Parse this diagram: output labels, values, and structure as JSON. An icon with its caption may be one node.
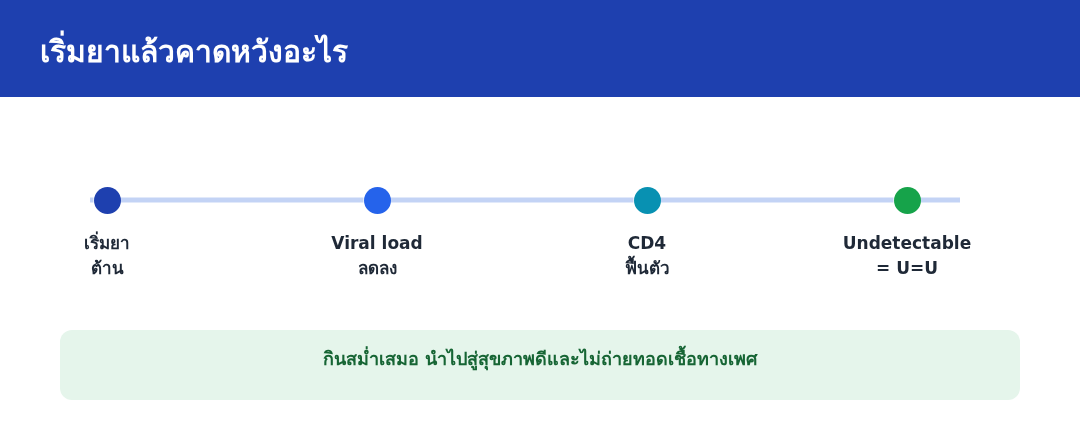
{
  "diagram": {
    "title": "เริ่มยาแล้วคาดหวังอะไร",
    "nodes": [
      {
        "text": [],
        "shape": "circle",
        "beside": [
          "เริ่มยาต้าน"
        ]
      },
      {
        "text": [],
        "shape": "circle",
        "beside": [
          "Viral load ลดลง"
        ]
      },
      {
        "text": [],
        "shape": "circle",
        "beside": [
          "CD4 ฟื้นตัว"
        ]
      },
      {
        "text": [],
        "shape": "circle",
        "beside": [
          "Undetectable = U=U"
        ]
      },
      {
        "text": [
          "กินสม่ำเสมอ นำไปสู่สุขภาพดีและไม่ถ่ายทอดเชื้อทางเพศ"
        ]
      }
    ],
    "edges": [
      {
        "from": 0,
        "to": 1,
        "arrow": "none"
      },
      {
        "from": 1,
        "to": 2,
        "arrow": "none"
      },
      {
        "from": 2,
        "to": 3,
        "arrow": "none"
      }
    ]
  }
}
